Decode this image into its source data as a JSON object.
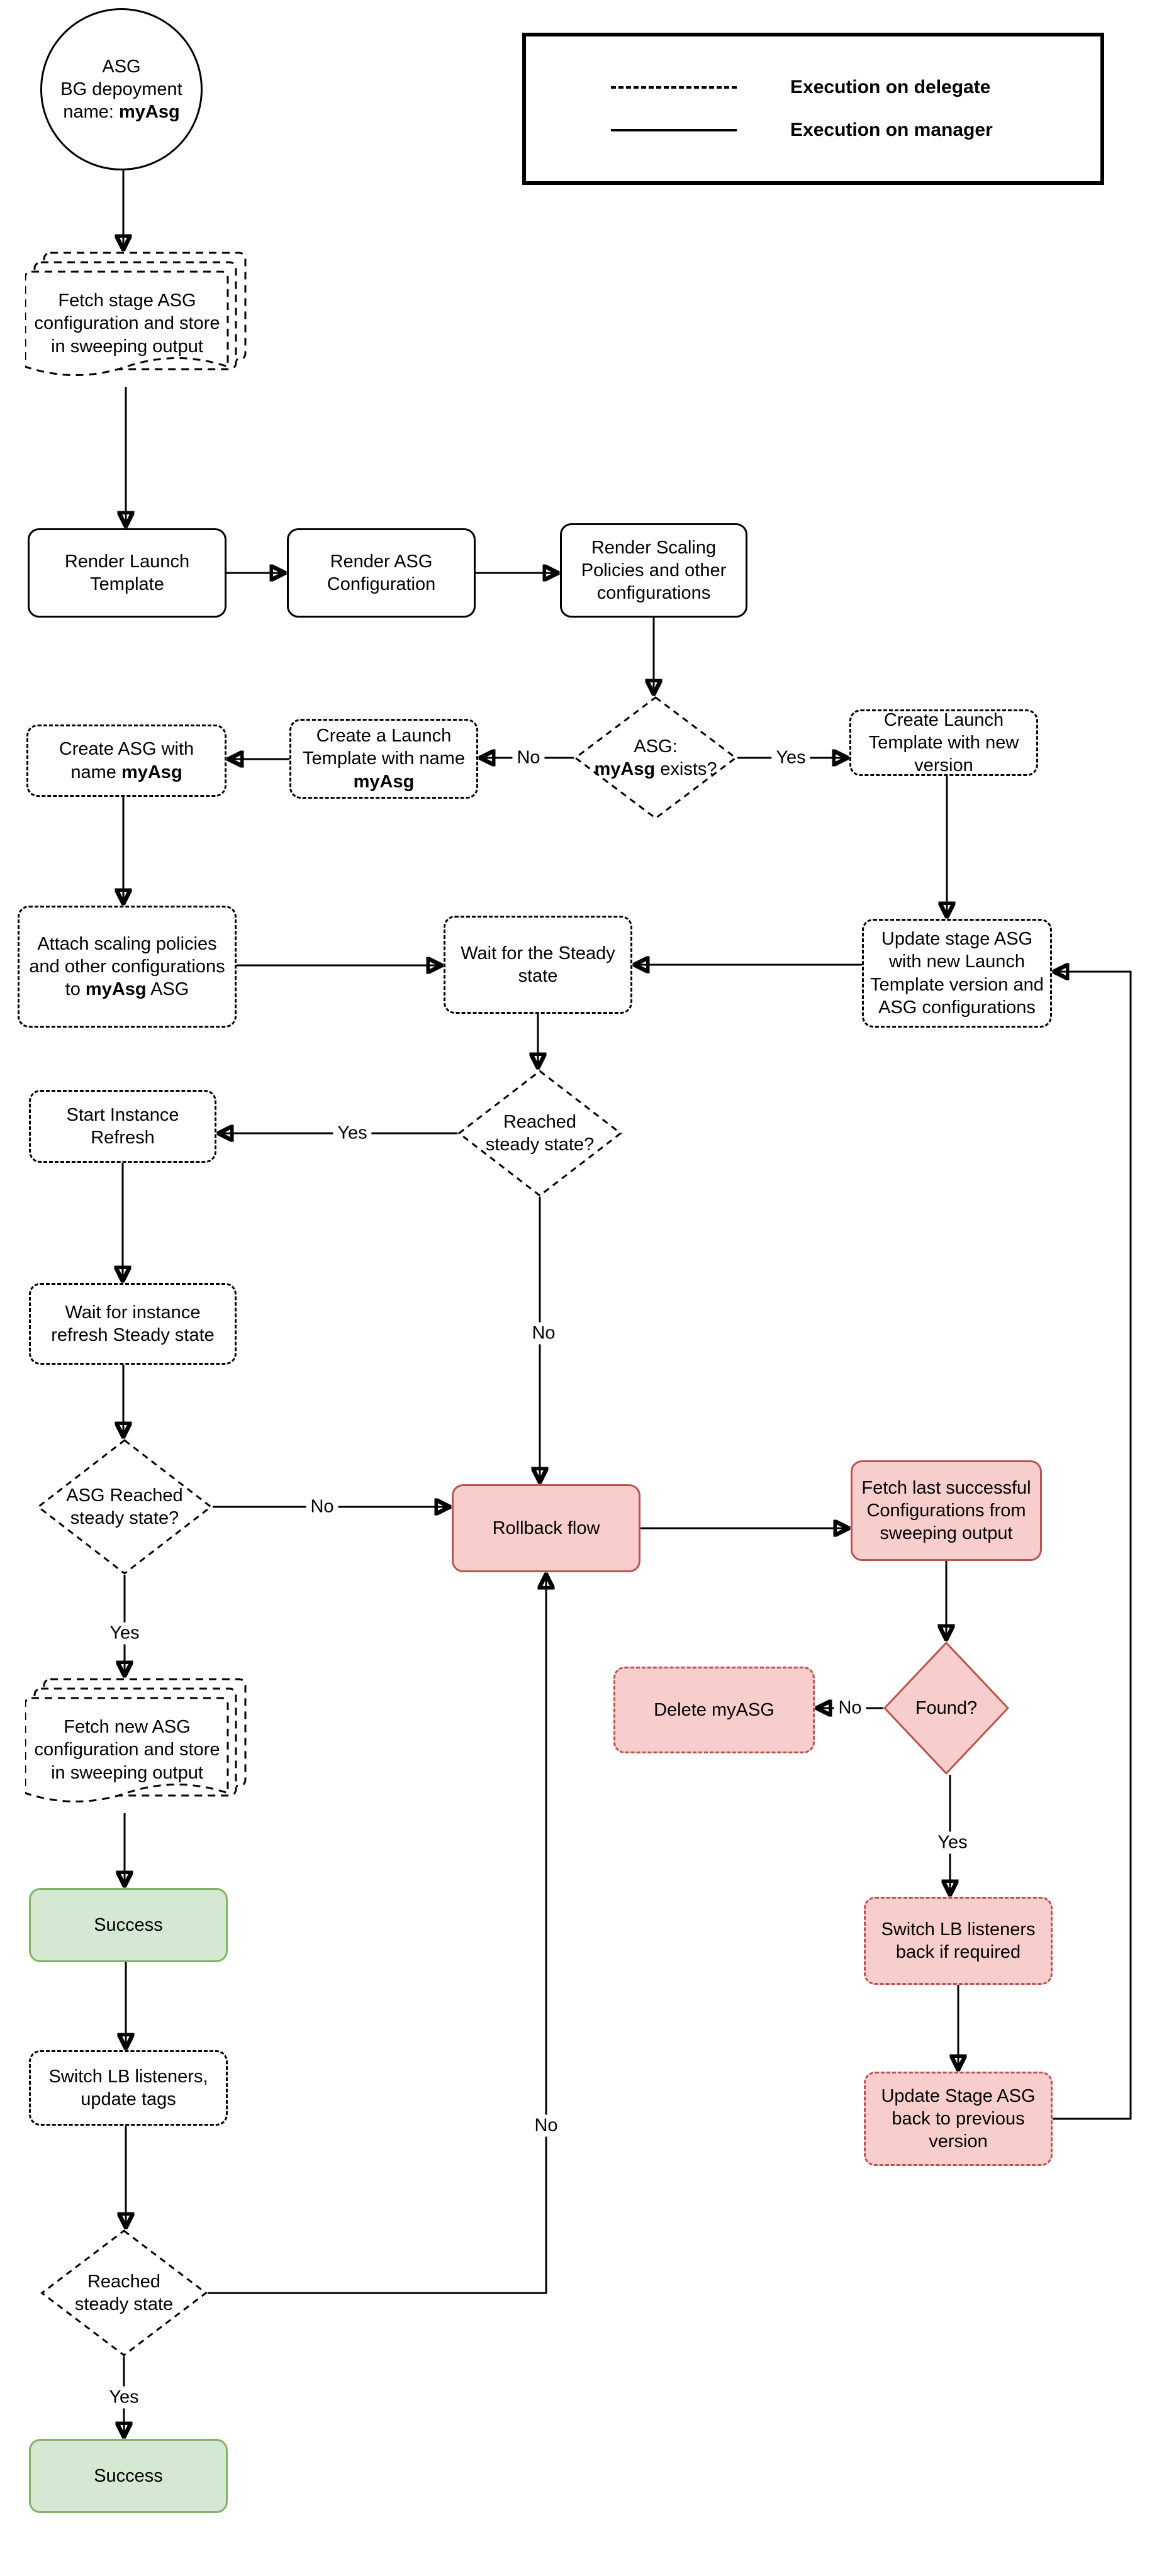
{
  "legend": {
    "delegate_label": "Execution on delegate",
    "manager_label": "Execution on manager"
  },
  "labels": {
    "yes": "Yes",
    "no": "No"
  },
  "start": {
    "line1": "ASG",
    "line2": "BG depoyment",
    "line3_prefix": "name: ",
    "line3_bold": "myAsg"
  },
  "nodes": {
    "fetch_stage": {
      "label": "Fetch stage ASG configuration and store in sweeping output"
    },
    "render_launch": {
      "label": "Render Launch Template"
    },
    "render_asg": {
      "label": "Render ASG Configuration"
    },
    "render_scaling": {
      "label": "Render Scaling Policies and other configurations"
    },
    "asg_exists": {
      "line1": "ASG:",
      "bold": "myAsg",
      "suffix": " exists?"
    },
    "create_lt_myasg": {
      "prefix": "Create a Launch Template with name ",
      "bold": "myAsg"
    },
    "create_asg": {
      "prefix": "Create ASG with name ",
      "bold": "myAsg"
    },
    "create_lt_new": {
      "label": "Create Launch Template with new version"
    },
    "attach": {
      "prefix": "Attach scaling policies and other configurations to ",
      "bold": "myAsg",
      "suffix": " ASG"
    },
    "wait_steady": {
      "label": "Wait for the Steady state"
    },
    "update_stage": {
      "label": "Update stage ASG with new Launch Template version and ASG configurations"
    },
    "reached_steady_q": {
      "label": "Reached steady state?"
    },
    "start_refresh": {
      "label": "Start Instance Refresh"
    },
    "wait_refresh": {
      "label": "Wait for instance refresh Steady state"
    },
    "asg_reached_q": {
      "label": "ASG Reached steady state?"
    },
    "rollback": {
      "label": "Rollback flow"
    },
    "fetch_last": {
      "label": "Fetch last successful Configurations from sweeping output"
    },
    "found_q": {
      "label": "Found?"
    },
    "delete_myasg": {
      "label": "Delete myASG"
    },
    "fetch_new": {
      "label": "Fetch new ASG configuration and store in sweeping output"
    },
    "success1": {
      "label": "Success"
    },
    "switch_lb": {
      "label": "Switch LB listeners, update tags"
    },
    "reached_steady2": {
      "label": "Reached steady state"
    },
    "success2": {
      "label": "Success"
    },
    "switch_lb_back": {
      "label": "Switch LB listeners back if required"
    },
    "update_back": {
      "label": "Update Stage ASG back to previous version"
    }
  },
  "colors": {
    "pink_fill": "#f8cecc",
    "pink_stroke": "#b85450",
    "green_fill": "#d5e8d4",
    "green_stroke": "#82b366",
    "line": "#000000"
  }
}
